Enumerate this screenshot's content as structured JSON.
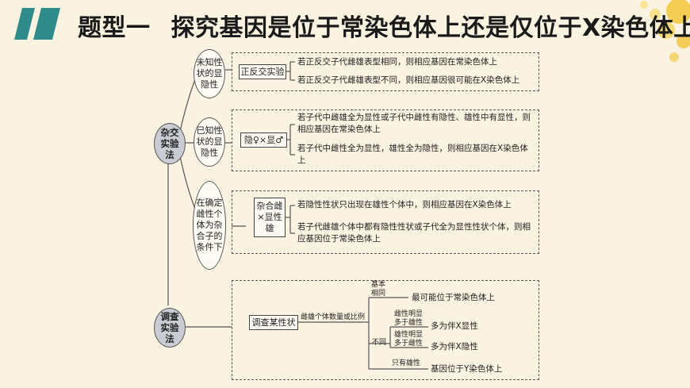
{
  "title": {
    "part1": "题型一",
    "part2": "探究基因是位于常染色体上还是仅位于X染色体上"
  },
  "colors": {
    "accent_teal": "#2f8a8a",
    "background": "#fbf3e1",
    "node_gray": "#c9cdd3"
  },
  "nodes": {
    "hybrid_method": "杂交实验法",
    "survey_method": "调查实验法",
    "unknown_trait": "未知性状的显隐性",
    "known_trait": "已知性状的显隐性",
    "heterozygous_condition": "在确定雌性个体为杂合子的条件下"
  },
  "section1": {
    "box_label": "正反交实验",
    "line1": "若正反交子代雌雄表型相同，则相应基因在常染色体上",
    "line2": "若正反交子代雌雄表型不同，则相应基因很可能在X染色体上"
  },
  "section2": {
    "box_label": "隐♀×显♂",
    "line1": "若子代中雌雄全为显性或子代中雌性有隐性、雄性中有显性，则相应基因在常染色体上",
    "line2": "若子代中雌性全为显性，雄性全为隐性，则相应基因在X染色体上"
  },
  "section3": {
    "box_label": "杂合雌×显性雄",
    "line1": "若隐性性状只出现在雄性个体中，则相应基因在X染色体上",
    "line2": "若子代雌雄个体中都有隐性性状或子代全为显性性状个体，则相应基因位于常染色体上"
  },
  "section4": {
    "box_label": "调查某性状",
    "ratio_label": "雌雄个体数量或比例",
    "basic_same": "基本相同",
    "result_same": "最可能位于常染色体上",
    "different": "不同",
    "female_more": "雌性明显多于雄性",
    "result_xd": "多为伴X显性",
    "male_more": "雄性明显多于雌性",
    "result_xr": "多为伴X隐性",
    "male_only": "只有雄性",
    "result_y": "基因位于Y染色体上"
  }
}
